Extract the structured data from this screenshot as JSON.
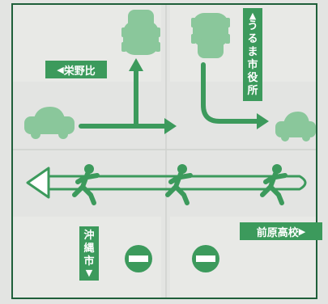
{
  "colors": {
    "accent": "#3c9a5c",
    "light": "#8ac79b",
    "road": "#e3e4e2",
    "frame": "#1f5f3a"
  },
  "signs": {
    "sakaenohi": {
      "arrow_icon": "triangle-left-icon",
      "label": "栄野比"
    },
    "zenbara_high_school": {
      "label": "前原高校",
      "arrow_icon": "triangle-right-icon"
    },
    "uruma_city_hall": {
      "arrow_icon": "triangle-up-icon",
      "chars": [
        "う",
        "る",
        "ま",
        "市",
        "役",
        "所"
      ]
    },
    "okinawa_city": {
      "chars": [
        "沖",
        "縄",
        "市"
      ],
      "arrow_icon": "triangle-down-icon"
    }
  },
  "icons": [
    "car-icon",
    "pedestrian-icon",
    "no-entry-icon",
    "arrow-icon"
  ]
}
